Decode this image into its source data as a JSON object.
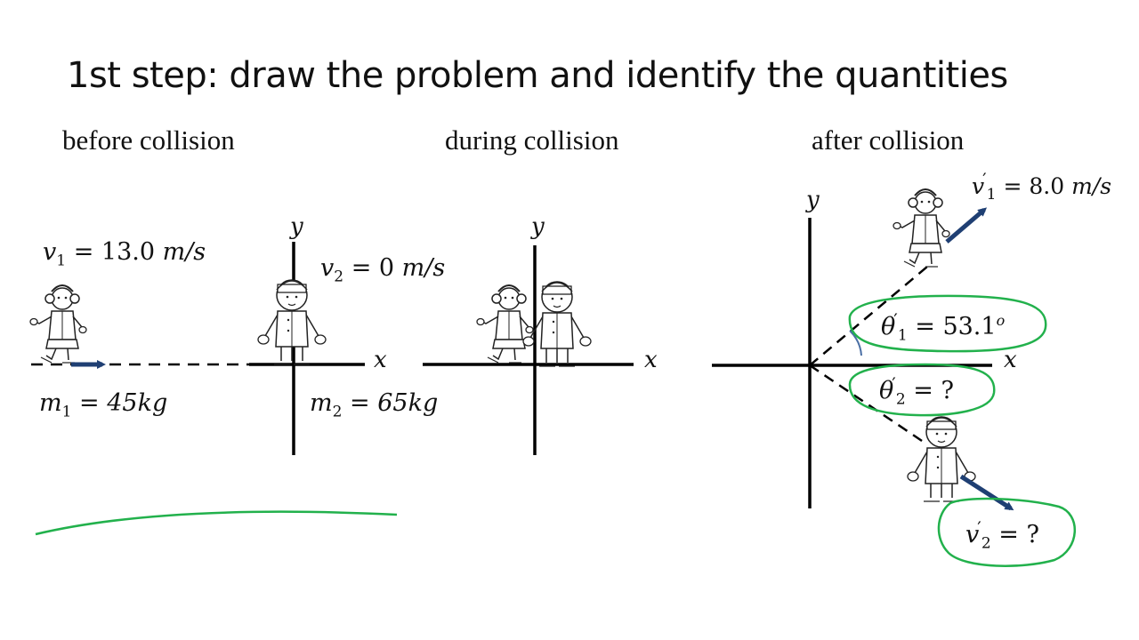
{
  "title": "1st step: draw the problem and identify the quantities",
  "sections": {
    "before": "before collision",
    "during": "during collision",
    "after": "after collision"
  },
  "before": {
    "v1": {
      "symbol": "v",
      "sub": "1",
      "value": "= 13.0",
      "unit": "m/s"
    },
    "m1": {
      "symbol": "m",
      "sub": "1",
      "value": "= 45kg"
    },
    "v2": {
      "symbol": "v",
      "sub": "2",
      "value": "= 0",
      "unit": "m/s"
    },
    "m2": {
      "symbol": "m",
      "sub": "2",
      "value": "= 65kg"
    }
  },
  "after": {
    "v1p": {
      "symbol": "v",
      "prime": "′",
      "sub": "1",
      "value": "= 8.0",
      "unit": "m/s"
    },
    "theta1": {
      "symbol": "θ",
      "prime": "′",
      "sub": "1",
      "value": "= 53.1",
      "sup": "o"
    },
    "theta2": {
      "symbol": "θ",
      "prime": "′",
      "sub": "2",
      "value": "= ?"
    },
    "v2p": {
      "symbol": "v",
      "prime": "′",
      "sub": "2",
      "value": "= ?"
    }
  },
  "axes": {
    "x": "x",
    "y": "y"
  },
  "colors": {
    "arrow": "#1f3f73",
    "highlight": "#22b14c",
    "angle_arc": "#4a6fa5",
    "axis": "#000000"
  }
}
